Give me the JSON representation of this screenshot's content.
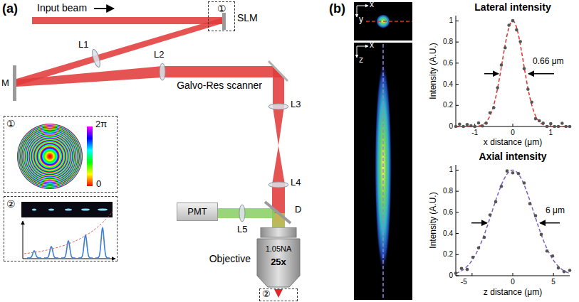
{
  "diagram": {
    "nodes": [
      {
        "text": [
          "①",
          "SLM"
        ]
      },
      {
        "text": [
          "①"
        ]
      },
      {
        "text": [
          "②"
        ]
      },
      {
        "text": [
          "PMT"
        ]
      },
      {
        "text": [
          "Objective",
          "1.05NA",
          "25x"
        ]
      },
      {
        "text": [
          "②"
        ]
      }
    ],
    "labels": [
      "(a)",
      "Input beam",
      "L1",
      "M",
      "L2",
      "Galvo-Res scanner",
      "L3",
      "L4",
      "D",
      "L5",
      "2π",
      "0",
      "(b)",
      "x",
      "y",
      "x",
      "z",
      "Lateral intensity",
      "Intensity (A.U.)",
      "1",
      "0.8",
      "0.6",
      "0.4",
      "0.2",
      "0",
      "-1",
      "0",
      "1",
      "x distance (μm)",
      "0.66 μm",
      "Axial intensity",
      "Intensity (A.U.)",
      "1",
      "0.8",
      "0.6",
      "0.4",
      "0.2",
      "0",
      "-5",
      "0",
      "5",
      "z distance (μm)",
      "6 μm"
    ]
  }
}
